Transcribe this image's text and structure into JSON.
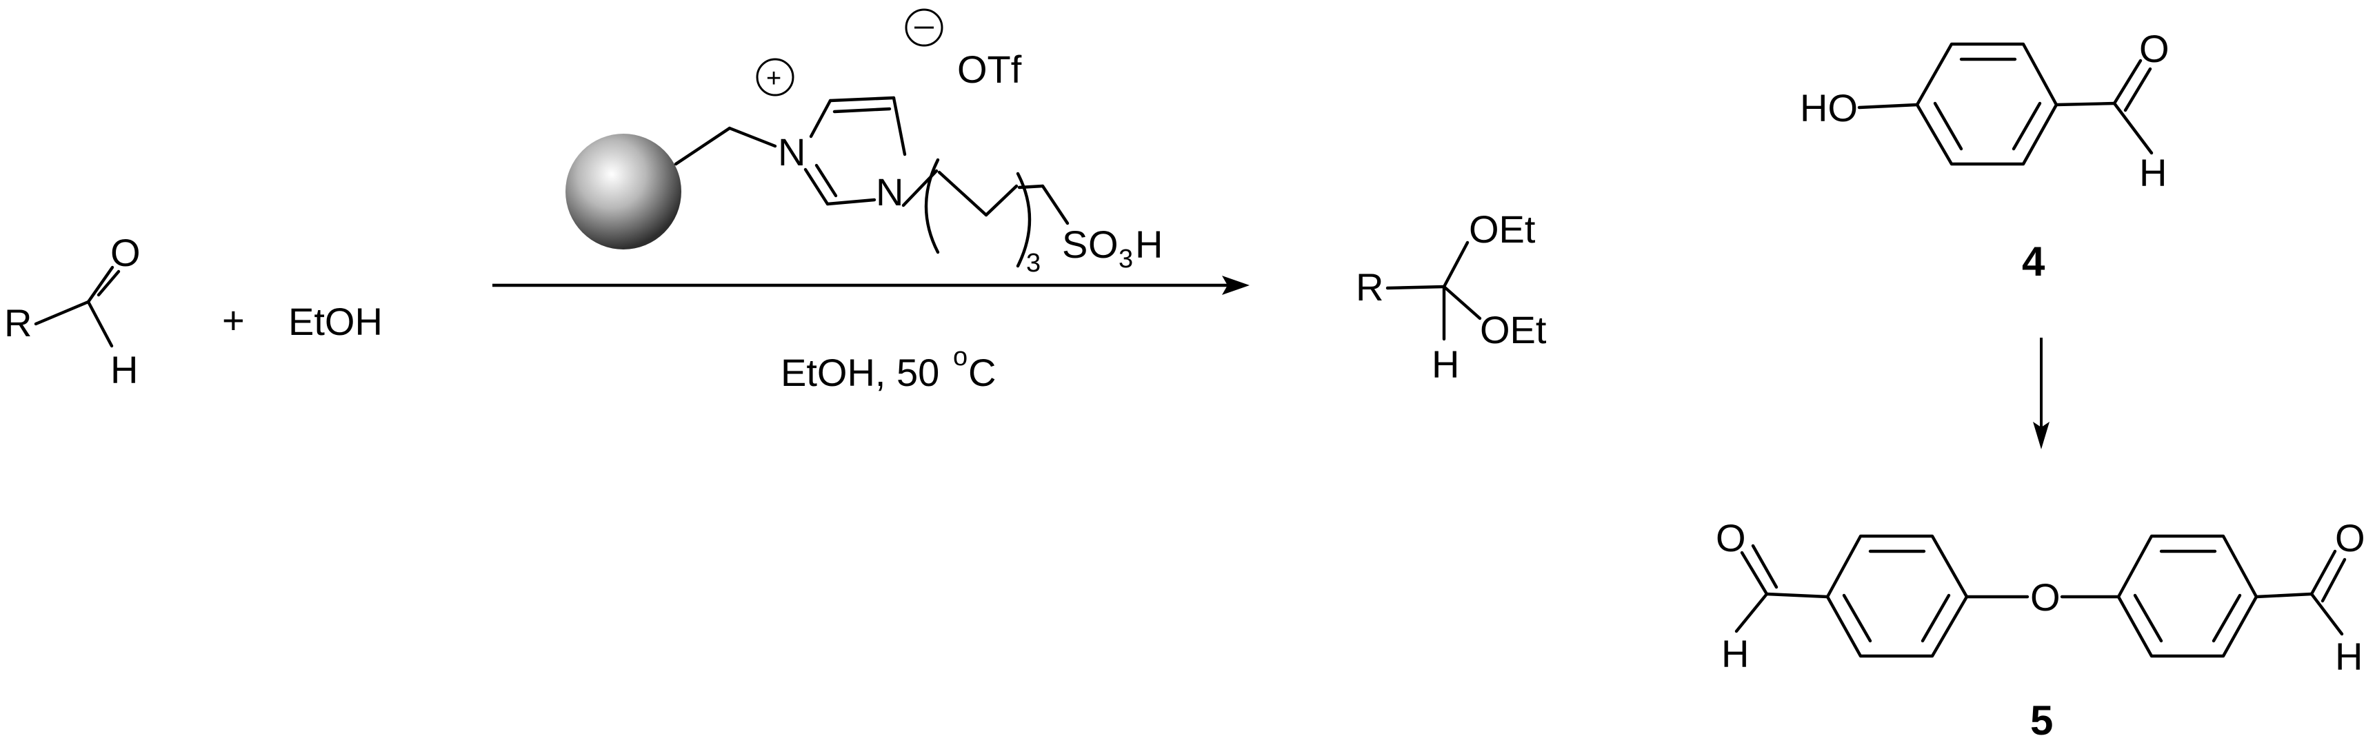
{
  "reaction": {
    "aldehyde": {
      "r": "R",
      "o": "O",
      "h": "H"
    },
    "plus": "+",
    "ethanol": "EtOH",
    "catalyst": {
      "n1": "N",
      "n2": "N",
      "plus_charge": "+",
      "minus_charge": "−",
      "counterion": "OTf",
      "chain_repeat": "3",
      "sulfonic_s": "S",
      "sulfonic_o": "O",
      "sulfonic_sub": "3",
      "sulfonic_h": "H"
    },
    "conditions": {
      "solvent_temp": "EtOH, 50",
      "degree": "o",
      "unit": "C"
    },
    "product": {
      "r": "R",
      "h": "H",
      "oet_top": "OEt",
      "oet_bottom": "OEt"
    }
  },
  "compound4": {
    "ho": "HO",
    "o": "O",
    "h": "H",
    "label": "4"
  },
  "compound5": {
    "o_left": "O",
    "h_left": "H",
    "o_bridge": "O",
    "o_right": "O",
    "h_right": "H",
    "label": "5"
  }
}
